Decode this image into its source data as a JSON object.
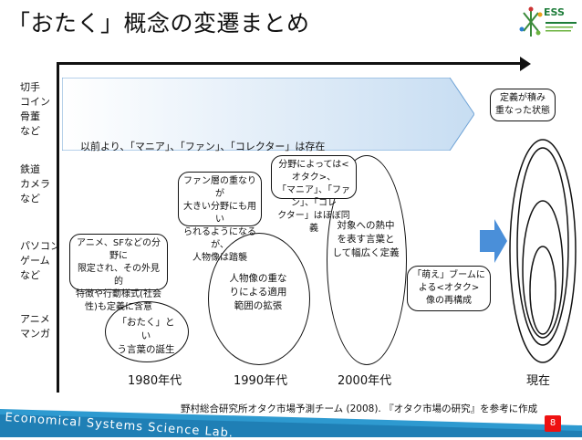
{
  "title": "「おたく」概念の変遷まとめ",
  "logo": {
    "text": "ESS"
  },
  "categories": [
    {
      "text": "切手\nコイン\n骨董\nなど"
    },
    {
      "text": "鉄道\nカメラ\nなど"
    },
    {
      "text": "パソコン\nゲーム\nなど"
    },
    {
      "text": "アニメ\nマンガ"
    }
  ],
  "band_text": "以前より、「マニア」、「ファン」、「コレクター」は存在",
  "ellipse_texts": {
    "e1980": "「おたく」とい\nう言葉の誕生",
    "e1990": "人物像の重な\nりによる適用\n範囲の拡張",
    "e2000": "対象への熱中\nを表す言葉と\nして幅広く定義"
  },
  "callouts": {
    "c1980": "アニメ、SFなどの分野に\n限定され、その外見的\n特徴や行動様式(社会\n性)も定義に含意",
    "c1990": "ファン層の重なりが\n大きい分野にも用い\nられるようになるが、\n人物像は踏襲",
    "c2000": "分野によっては<オタク>、\n「マニア」、「ファン」、「コレ\nクター」はほぼ同義",
    "c2000b": "「萌え」ブームに\nよる<オタク>\n像の再構成",
    "stack": "定義が積み\n重なった状態"
  },
  "decades": [
    "1980年代",
    "1990年代",
    "2000年代",
    "現在"
  ],
  "citation": "野村総合研究所オタク市場予測チーム (2008). 『オタク市場の研究』を参考に作成",
  "footer": "Economical Systems Science Lab.",
  "page_number": "8",
  "colors": {
    "band": "#dcebf7",
    "accent_blue": "#4a8fd9",
    "footer": "#2e9ad0",
    "badge": "#e11"
  }
}
